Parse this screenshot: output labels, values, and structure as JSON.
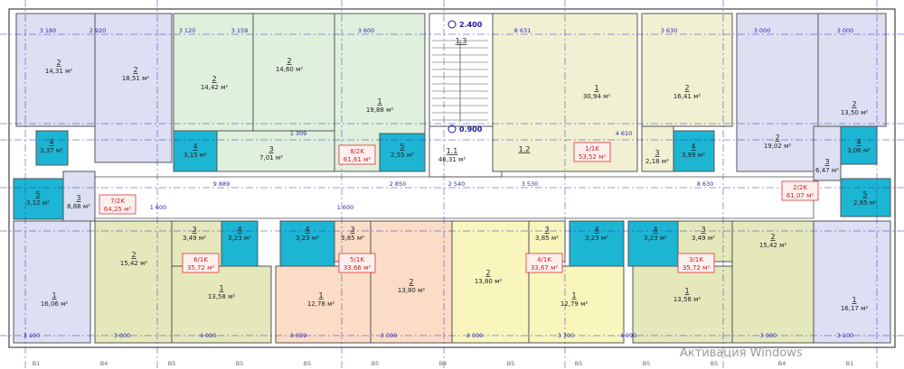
{
  "apartments": [
    {
      "code": "7/2K",
      "area": "64,25 м²"
    },
    {
      "code": "8/2K",
      "area": "61,61 м²"
    },
    {
      "code": "1/1K",
      "area": "53,52 м²"
    },
    {
      "code": "2/2K",
      "area": "61,07 м²"
    },
    {
      "code": "6/1K",
      "area": "35,72 м²"
    },
    {
      "code": "5/1K",
      "area": "33,66 м²"
    },
    {
      "code": "4/1K",
      "area": "33,67 м²"
    },
    {
      "code": "3/1K",
      "area": "35,72 м²"
    }
  ],
  "rooms": [
    {
      "num": "2",
      "area": "14,31 м²",
      "fill": "lavender"
    },
    {
      "num": "2",
      "area": "18,51 м²",
      "fill": "lavender"
    },
    {
      "num": "4",
      "area": "3,37 м²",
      "fill": "cyan"
    },
    {
      "num": "5",
      "area": "3,12 м²",
      "fill": "cyan"
    },
    {
      "num": "3",
      "area": "8,88 м²",
      "fill": "lavender"
    },
    {
      "num": "1",
      "area": "16,06 м²",
      "fill": "lavender"
    },
    {
      "num": "2",
      "area": "14,42 м²",
      "fill": "green"
    },
    {
      "num": "2",
      "area": "14,60 м²",
      "fill": "green"
    },
    {
      "num": "3",
      "area": "7,01 м²",
      "fill": "green"
    },
    {
      "num": "4",
      "area": "3,15 м²",
      "fill": "cyan"
    },
    {
      "num": "1",
      "area": "19,88 м²",
      "fill": "green"
    },
    {
      "num": "5",
      "area": "2,55 м²",
      "fill": "cyan"
    },
    {
      "num": "1.3",
      "area": "",
      "fill": "white"
    },
    {
      "num": "1.1",
      "area": "46,31 м²",
      "fill": "white"
    },
    {
      "num": "1.2",
      "area": "",
      "fill": "white"
    },
    {
      "num": "1",
      "area": "30,94 м²",
      "fill": "beige"
    },
    {
      "num": "2",
      "area": "16,41 м²",
      "fill": "beige"
    },
    {
      "num": "3",
      "area": "2,18 м²",
      "fill": "beige"
    },
    {
      "num": "4",
      "area": "3,99 м²",
      "fill": "cyan"
    },
    {
      "num": "2",
      "area": "19,02 м²",
      "fill": "lavender"
    },
    {
      "num": "2",
      "area": "13,50 м²",
      "fill": "lavender"
    },
    {
      "num": "4",
      "area": "3,06 м²",
      "fill": "cyan"
    },
    {
      "num": "3",
      "area": "6,47 м²",
      "fill": "lavender"
    },
    {
      "num": "5",
      "area": "2,85 м²",
      "fill": "cyan"
    },
    {
      "num": "1",
      "area": "16,17 м²",
      "fill": "lavender"
    },
    {
      "num": "2",
      "area": "15,42 м²",
      "fill": "olive"
    },
    {
      "num": "3",
      "area": "3,49 м²",
      "fill": "olive"
    },
    {
      "num": "4",
      "area": "3,23 м²",
      "fill": "cyan"
    },
    {
      "num": "1",
      "area": "13,58 м²",
      "fill": "olive"
    },
    {
      "num": "4",
      "area": "3,23 м²",
      "fill": "cyan"
    },
    {
      "num": "3",
      "area": "3,85 м²",
      "fill": "peach"
    },
    {
      "num": "1",
      "area": "12,78 м²",
      "fill": "peach"
    },
    {
      "num": "2",
      "area": "13,80 м²",
      "fill": "peach"
    },
    {
      "num": "2",
      "area": "13,80 м²",
      "fill": "yellow"
    },
    {
      "num": "3",
      "area": "3,85 м²",
      "fill": "yellow"
    },
    {
      "num": "4",
      "area": "3,23 м²",
      "fill": "cyan"
    },
    {
      "num": "1",
      "area": "12,79 м²",
      "fill": "yellow"
    },
    {
      "num": "4",
      "area": "3,23 м²",
      "fill": "cyan"
    },
    {
      "num": "3",
      "area": "3,49 м²",
      "fill": "olive"
    },
    {
      "num": "1",
      "area": "13,58 м²",
      "fill": "olive"
    },
    {
      "num": "2",
      "area": "15,42 м²",
      "fill": "olive"
    }
  ],
  "colors": {
    "lavender": "#dddff3",
    "green": "#dff0dc",
    "beige": "#f1f0d2",
    "olive": "#e4e8bb",
    "peach": "#fbdcc6",
    "yellow": "#f8f5bd",
    "cyan": "#1cb5d3",
    "white": "#ffffff",
    "dimension": "#2a2aa8",
    "tag": "#d02020"
  },
  "elevations": [
    "2.400",
    "0.900"
  ],
  "dimensions": [
    "3 180",
    "2 920",
    "3 120",
    "3 159",
    "3 600",
    "8 631",
    "3 630",
    "3 000",
    "3 000",
    "9 889",
    "2 850",
    "2 540",
    "3 530",
    "8 630",
    "3 100",
    "3 000",
    "4 090",
    "3 699",
    "3 000",
    "3 000",
    "3 700",
    "4 090",
    "3 000",
    "3 100",
    "1 600",
    "1 600",
    "4 610",
    "1 309"
  ],
  "axis_bottom": [
    "В1",
    "В4",
    "В5",
    "В5",
    "В5",
    "В5",
    "В4",
    "В5",
    "В5",
    "В5",
    "В5",
    "В4",
    "В1"
  ],
  "watermark": "Активация Windows"
}
